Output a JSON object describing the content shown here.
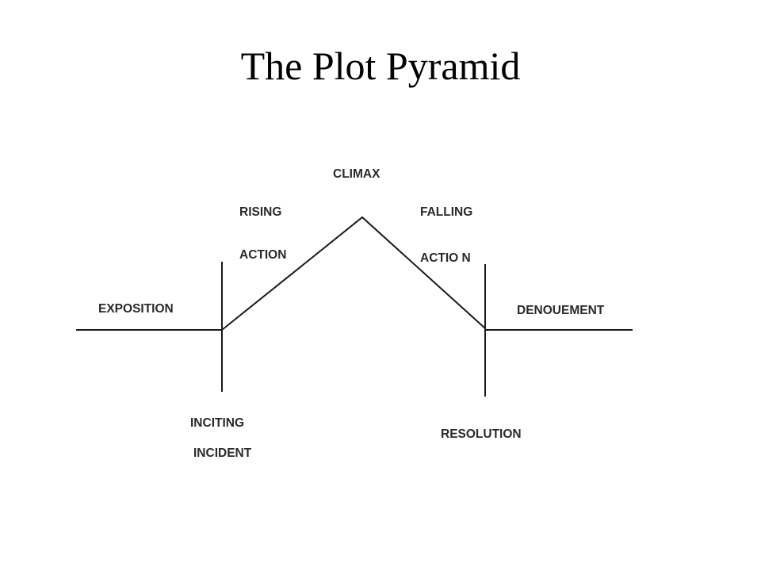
{
  "slide": {
    "title": "The Plot Pyramid"
  },
  "diagram": {
    "labels": {
      "climax": "CLIMAX",
      "rising_1": "RISING",
      "rising_2": "ACTION",
      "falling_1": "FALLING",
      "falling_2": "ACTIO N",
      "exposition": "EXPOSITION",
      "denouement": "DENOUEMENT",
      "inciting_1": "INCITING",
      "inciting_2": "INCIDENT",
      "resolution": "RESOLUTION"
    },
    "line_color": "#1a1a1a",
    "text_color": "#2a2a2a"
  }
}
